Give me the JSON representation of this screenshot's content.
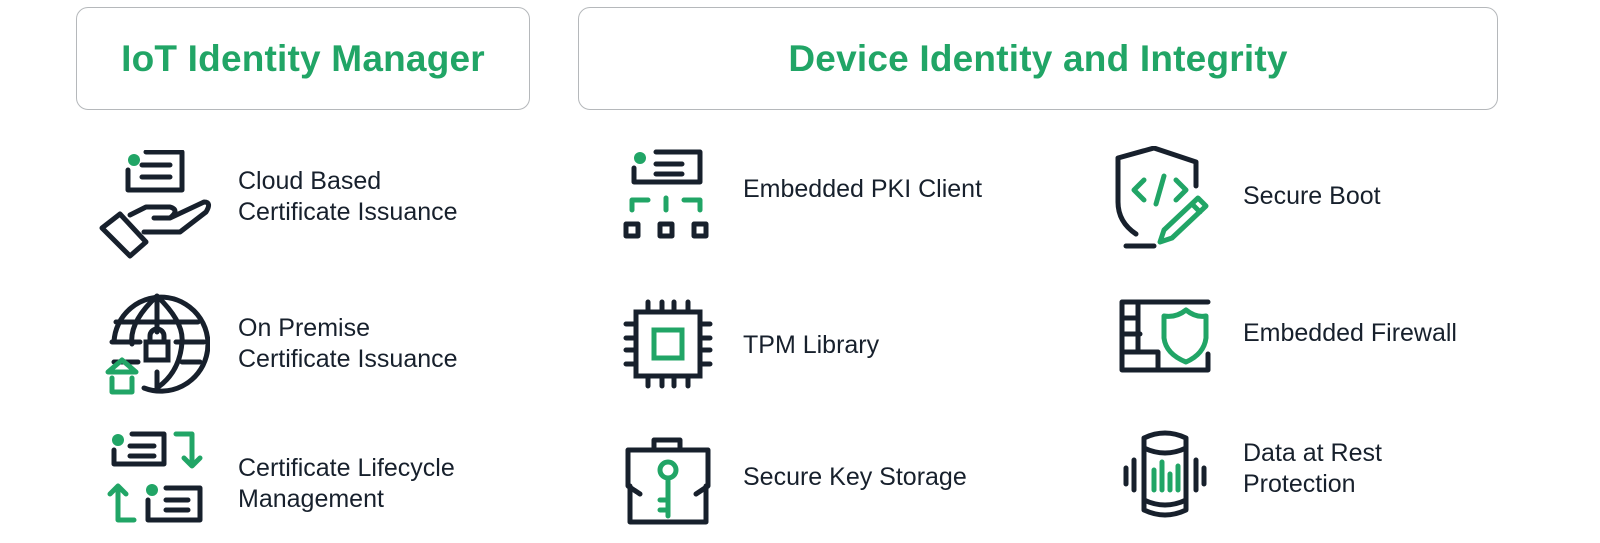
{
  "colors": {
    "accent": "#21a566",
    "ink": "#17202c",
    "border": "#b5b8bb"
  },
  "sections": [
    {
      "title": "IoT Identity Manager",
      "items": [
        {
          "icon": "hand-certificate-icon",
          "lines": [
            "Cloud Based",
            "Certificate Issuance"
          ]
        },
        {
          "icon": "globe-lock-home-icon",
          "lines": [
            "On Premise",
            "Certificate Issuance"
          ]
        },
        {
          "icon": "certificate-cycle-icon",
          "lines": [
            "Certificate Lifecycle",
            "Management"
          ]
        }
      ]
    },
    {
      "title": "Device Identity and Integrity",
      "items": [
        {
          "icon": "certificate-network-icon",
          "lines": [
            "Embedded PKI Client"
          ]
        },
        {
          "icon": "chip-icon",
          "lines": [
            "TPM Library"
          ]
        },
        {
          "icon": "briefcase-key-icon",
          "lines": [
            "Secure Key Storage"
          ]
        },
        {
          "icon": "shield-code-icon",
          "lines": [
            "Secure Boot"
          ]
        },
        {
          "icon": "firewall-shield-icon",
          "lines": [
            "Embedded Firewall"
          ]
        },
        {
          "icon": "database-activity-icon",
          "lines": [
            "Data at Rest",
            "Protection"
          ]
        }
      ]
    }
  ]
}
